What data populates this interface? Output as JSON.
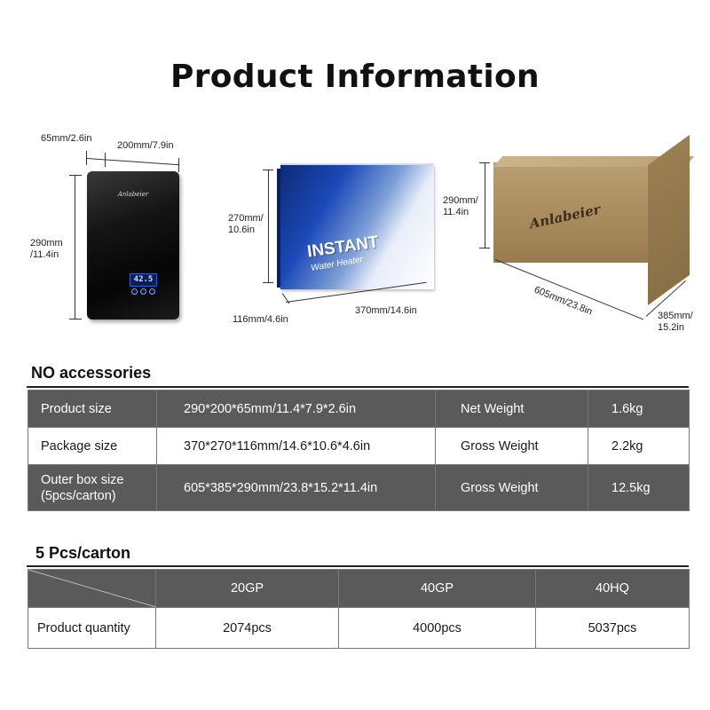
{
  "page": {
    "title": "Product Information"
  },
  "dimensions": {
    "heater_depth": "65mm/2.6in",
    "heater_width": "200mm/7.9in",
    "heater_height_line1": "290mm",
    "heater_height_line2": "/11.4in",
    "package_height_line1": "270mm/",
    "package_height_line2": "10.6in",
    "package_depth": "116mm/4.6in",
    "package_length": "370mm/14.6in",
    "carton_height_line1": "290mm/",
    "carton_height_line2": "11.4in",
    "carton_length": "605mm/23.8in",
    "carton_width_line1": "385mm/",
    "carton_width_line2": "15.2in"
  },
  "product_images": {
    "heater_logo": "Anlabeier",
    "heater_display": "42.5",
    "package_brand": "INSTANT",
    "package_sub": "Water Heater",
    "carton_logo": "Anlabeier"
  },
  "spec_section": {
    "heading": "NO accessories",
    "rows": [
      {
        "label": "Product size",
        "value": "290*200*65mm/11.4*7.9*2.6in",
        "weight_label": "Net Weight",
        "weight_value": "1.6kg"
      },
      {
        "label": "Package size",
        "value": "370*270*116mm/14.6*10.6*4.6in",
        "weight_label": "Gross Weight",
        "weight_value": "2.2kg"
      },
      {
        "label_line1": "Outer box size",
        "label_line2": "(5pcs/carton)",
        "value": "605*385*290mm/23.8*15.2*11.4in",
        "weight_label": "Gross Weight",
        "weight_value": "12.5kg"
      }
    ]
  },
  "container_section": {
    "heading": "5 Pcs/carton",
    "headers": [
      "20GP",
      "40GP",
      "40HQ"
    ],
    "row_label": "Product quantity",
    "values": [
      "2074pcs",
      "4000pcs",
      "5037pcs"
    ]
  },
  "colors": {
    "header_fill": "#5a5a5a",
    "border": "#777777"
  }
}
